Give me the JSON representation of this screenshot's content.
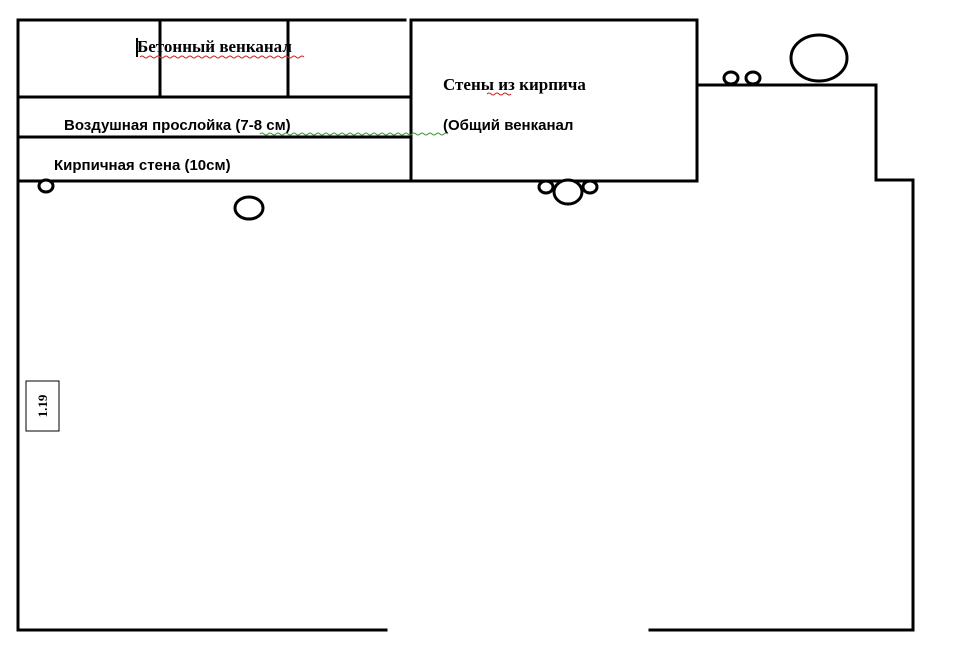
{
  "labels": {
    "concrete_vent_channel": "Бетонный венканал",
    "air_gap": "Воздушная прослойка (7-8 см)",
    "brick_wall": "Кирпичная стена (10см)",
    "brick_walls": "Стены из кирпича",
    "common_vent_channel": "(Общий венканал",
    "room_tag": "1.19"
  },
  "colors": {
    "spellcheck_underline": "#cc2222",
    "grammar_underline": "#3a9a3a"
  }
}
